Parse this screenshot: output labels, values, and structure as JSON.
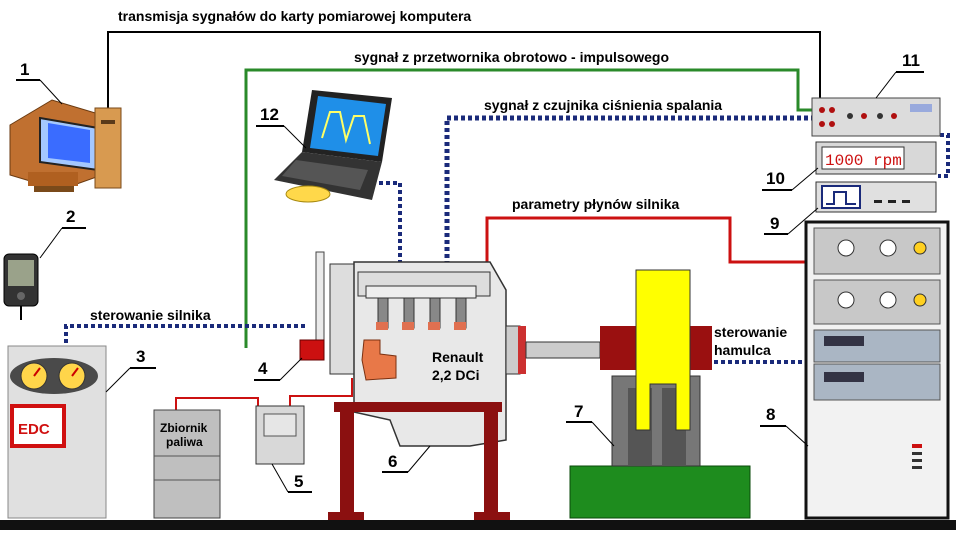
{
  "labels": {
    "top_signal": "transmisja sygnałów do karty pomiarowej komputera",
    "speed_signal": "sygnał z przetwornika obrotowo - impulsowego",
    "pressure_signal": "sygnał z czujnika ciśnienia spalania",
    "fluid_params": "parametry płynów silnika",
    "engine_control": "sterowanie silnika",
    "brake_control_1": "sterowanie",
    "brake_control_2": "hamulca",
    "engine_name": "Renault",
    "engine_model": "2,2 DCi",
    "tank_1": "Zbiornik",
    "tank_2": "paliwa",
    "edc": "EDC",
    "rpm_display": "1000 rpm"
  },
  "numbers": [
    "1",
    "2",
    "3",
    "4",
    "5",
    "6",
    "7",
    "8",
    "9",
    "10",
    "11",
    "12"
  ],
  "colors": {
    "signal_line": "#000000",
    "speed_line": "#2a8a2a",
    "fluid_line": "#cc1111",
    "shielded_cable": "#1a2a7a",
    "stand": "#8b1010",
    "brake_yellow": "#ffff00",
    "base_green": "#1e8c1e"
  }
}
